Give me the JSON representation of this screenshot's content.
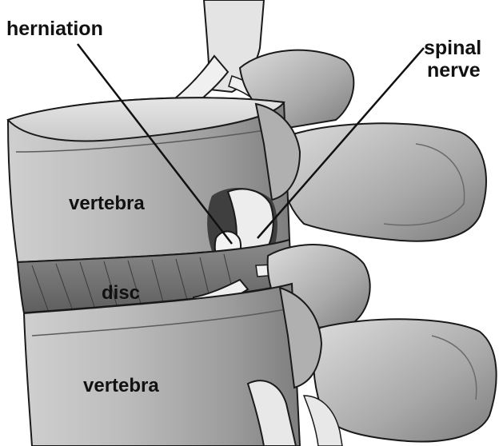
{
  "labels": {
    "herniation": "herniation",
    "spinal_line1": "spinal",
    "spinal_line2": "nerve",
    "vertebra_top": "vertebra",
    "disc": "disc",
    "vertebra_bottom": "vertebra"
  },
  "colors": {
    "bone_light": "#d9d9d9",
    "bone_mid": "#b8b8b8",
    "bone_dark": "#8e8e8e",
    "shadow": "#5f5f5f",
    "outline": "#1a1a1a",
    "nerve": "#efefef",
    "disc_fill": "#7a7a7a"
  }
}
